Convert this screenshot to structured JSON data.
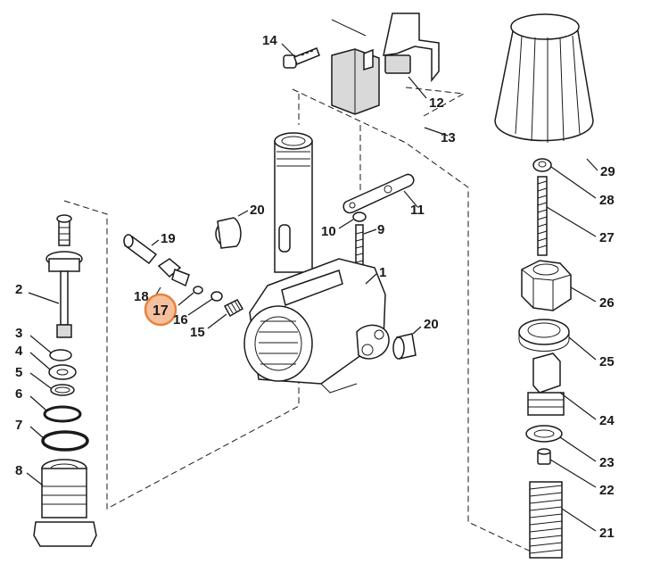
{
  "labels": {
    "p1": "1",
    "p2": "2",
    "p3": "3",
    "p4": "4",
    "p5": "5",
    "p6": "6",
    "p7": "7",
    "p8": "8",
    "p9": "9",
    "p10": "10",
    "p11": "11",
    "p12": "12",
    "p13": "13",
    "p14": "14",
    "p15": "15",
    "p16": "16",
    "p17": "17",
    "p18": "18",
    "p19": "19",
    "p20a": "20",
    "p20b": "20",
    "p21": "21",
    "p22": "22",
    "p23": "23",
    "p24": "24",
    "p25": "25",
    "p26": "26",
    "p27": "27",
    "p28": "28",
    "p29": "29"
  },
  "highlight": {
    "part": "17",
    "fill": "#f6c09e",
    "stroke": "#e7823c"
  }
}
